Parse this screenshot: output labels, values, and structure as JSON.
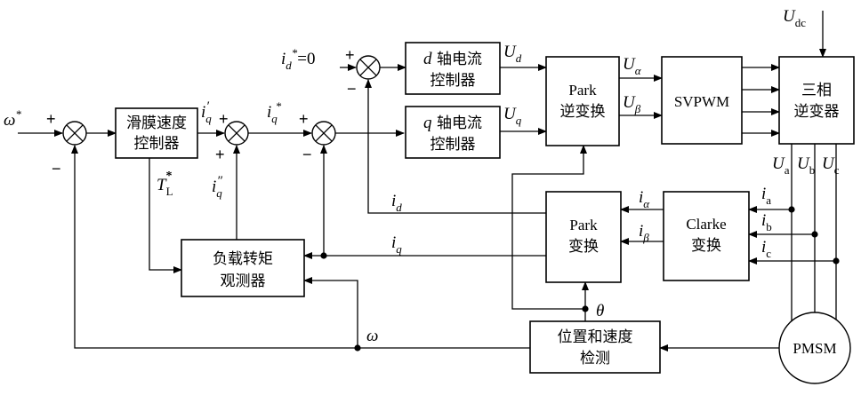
{
  "blocks": {
    "smc": {
      "lines": [
        "滑膜速度",
        "控制器"
      ]
    },
    "d_ctrl": {
      "var": "d",
      "lines": [
        "轴电流",
        "控制器"
      ]
    },
    "q_ctrl": {
      "var": "q",
      "lines": [
        "轴电流",
        "控制器"
      ]
    },
    "park_inv": {
      "lines": [
        "Park",
        "逆变换"
      ]
    },
    "svpwm": {
      "lines": [
        "SVPWM"
      ]
    },
    "inverter": {
      "lines": [
        "三相",
        "逆变器"
      ]
    },
    "clarke": {
      "lines": [
        "Clarke",
        "变换"
      ]
    },
    "park": {
      "lines": [
        "Park",
        "变换"
      ]
    },
    "observer": {
      "lines": [
        "负载转矩",
        "观测器"
      ]
    },
    "detect": {
      "lines": [
        "位置和速度",
        "检测"
      ]
    },
    "pmsm": {
      "lines": [
        "PMSM"
      ]
    }
  },
  "signals": {
    "omega_ref": {
      "base": "ω",
      "sup": "*",
      "sub": ""
    },
    "id_ref": {
      "base": "i",
      "sup": "*",
      "sub": "d",
      "suffix": "=0"
    },
    "iq_prime": {
      "base": "i",
      "sup": "′",
      "sub": "q"
    },
    "iq_ref": {
      "base": "i",
      "sup": "*",
      "sub": "q"
    },
    "iq_dprime": {
      "base": "i",
      "sup": "″",
      "sub": "q"
    },
    "tl_hat": {
      "base": "T",
      "sup": "*",
      "sub": "L"
    },
    "ud": {
      "base": "U",
      "sup": "",
      "sub": "d"
    },
    "uq": {
      "base": "U",
      "sup": "",
      "sub": "q"
    },
    "ualpha": {
      "base": "U",
      "sup": "",
      "sub": "α"
    },
    "ubeta": {
      "base": "U",
      "sup": "",
      "sub": "β"
    },
    "udc": {
      "base": "U",
      "sup": "",
      "sub": "dc"
    },
    "ua": {
      "base": "U",
      "sup": "",
      "sub": "a"
    },
    "ub": {
      "base": "U",
      "sup": "",
      "sub": "b"
    },
    "uc": {
      "base": "U",
      "sup": "",
      "sub": "c"
    },
    "ia": {
      "base": "i",
      "sup": "",
      "sub": "a"
    },
    "ib": {
      "base": "i",
      "sup": "",
      "sub": "b"
    },
    "ic": {
      "base": "i",
      "sup": "",
      "sub": "c"
    },
    "ialpha": {
      "base": "i",
      "sup": "",
      "sub": "α"
    },
    "ibeta": {
      "base": "i",
      "sup": "",
      "sub": "β"
    },
    "id": {
      "base": "i",
      "sup": "",
      "sub": "d"
    },
    "iq": {
      "base": "i",
      "sup": "",
      "sub": "q"
    },
    "theta": {
      "base": "θ",
      "sup": "",
      "sub": ""
    },
    "omega": {
      "base": "ω",
      "sup": "",
      "sub": ""
    }
  },
  "signs": {
    "plus": "+",
    "minus": "−"
  }
}
